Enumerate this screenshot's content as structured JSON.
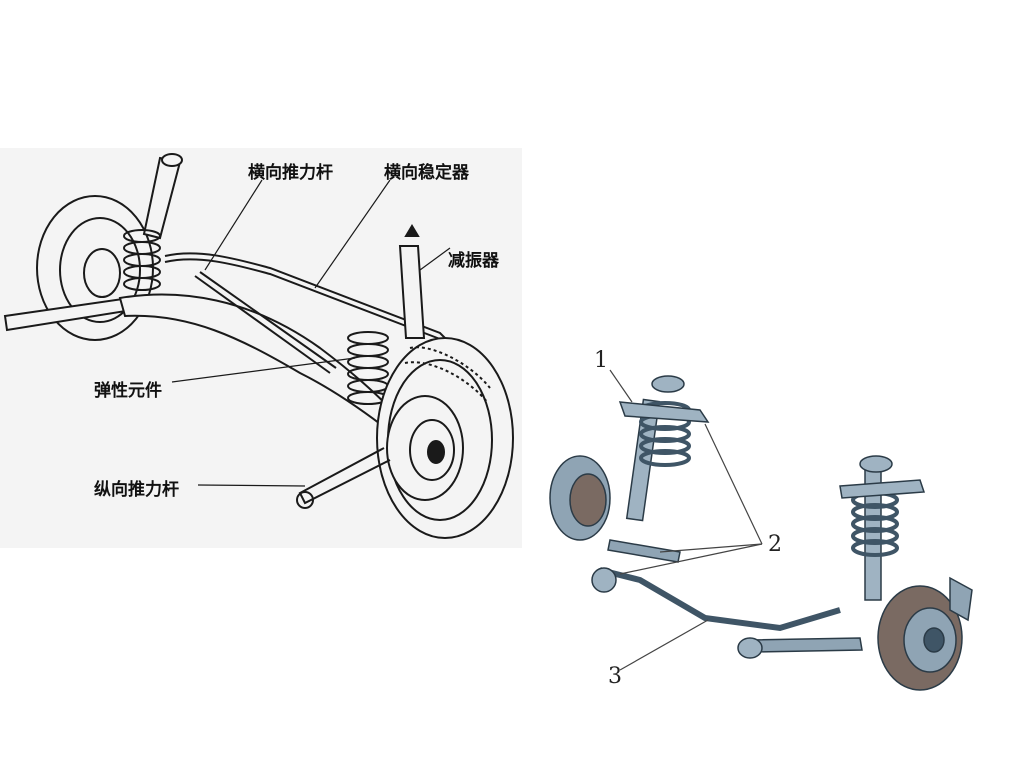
{
  "left_figure": {
    "labels": {
      "lateral_thrust_rod": "横向推力杆",
      "lateral_stabilizer": "横向稳定器",
      "shock_absorber": "减振器",
      "elastic_element": "弹性元件",
      "longitudinal_thrust_rod": "纵向推力杆"
    }
  },
  "right_figure": {
    "callouts": [
      "1",
      "2",
      "3"
    ]
  },
  "colors": {
    "line_drawing": "#1a1a1a",
    "paper": "#f4f4f4",
    "render_metal": "#8fa4b4",
    "render_dark": "#3f5566",
    "render_disc": "#7a6a62"
  }
}
